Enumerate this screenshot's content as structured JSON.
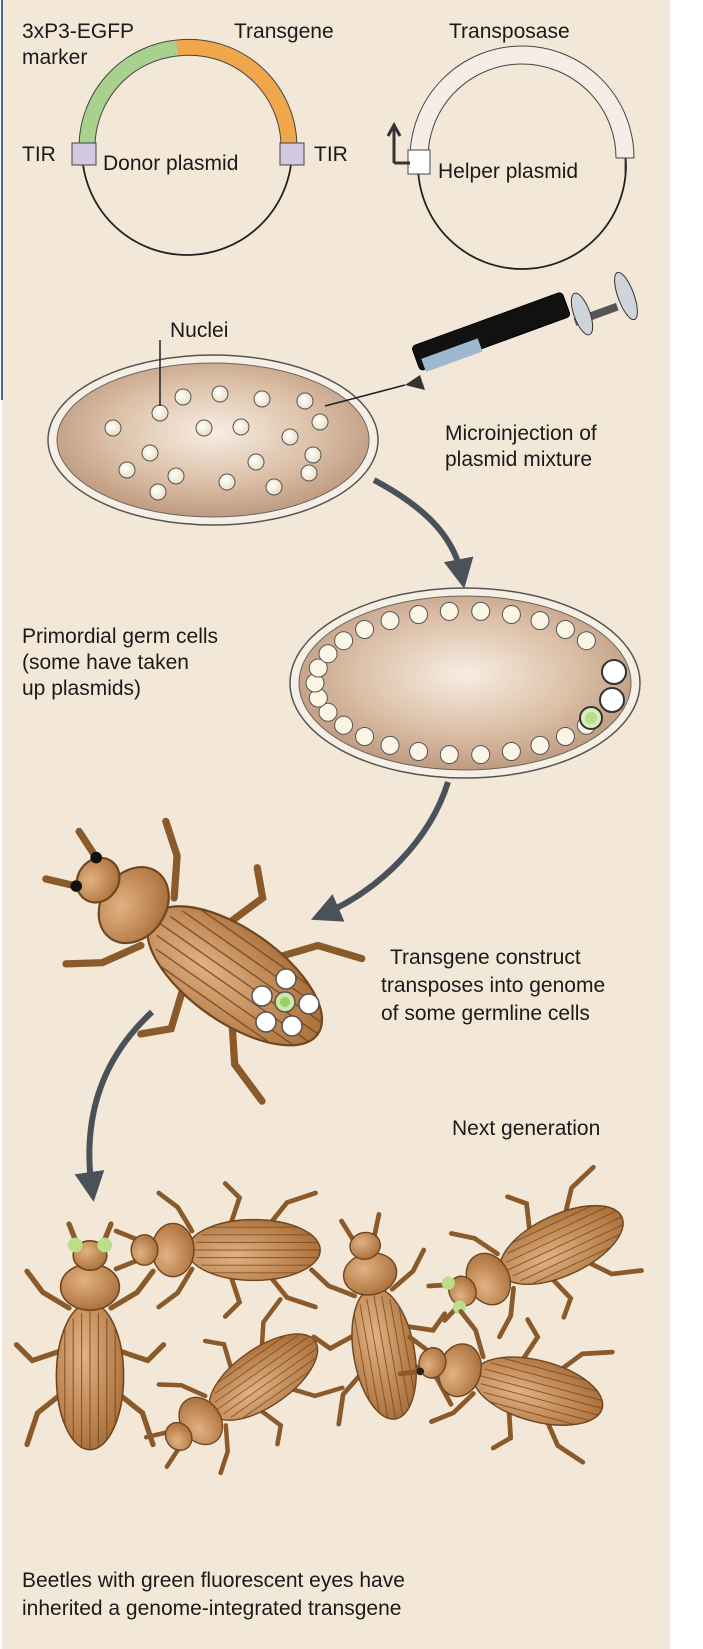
{
  "donor_plasmid": {
    "marker_label_1": "3xP3-EGFP",
    "marker_label_2": "marker",
    "transgene_label": "Transgene",
    "tir_left": "TIR",
    "tir_right": "TIR",
    "name": "Donor plasmid"
  },
  "helper_plasmid": {
    "transposase_label": "Transposase",
    "name": "Helper plasmid"
  },
  "injection": {
    "nuclei_label": "Nuclei",
    "caption_1": "Microinjection of",
    "caption_2": "plasmid mixture"
  },
  "germ_cells": {
    "caption_1": "Primordial germ cells",
    "caption_2": "(some have taken",
    "caption_3": "up plasmids)"
  },
  "transposition": {
    "caption_1": "Transgene construct",
    "caption_2": "transposes into genome",
    "caption_3": "of some germline cells"
  },
  "next_generation": {
    "label": "Next generation"
  },
  "conclusion": {
    "caption_1": "Beetles with green fluorescent eyes have",
    "caption_2": "inherited a genome-integrated transgene"
  },
  "colors": {
    "background": "#f3e8d7",
    "marker_green": "#a9d18e",
    "transgene_orange": "#f0a64a",
    "tir_lavender": "#d3c8e2",
    "transposase_pink": "#f8ece6",
    "egfp_green": "#b8e08a",
    "beetle_brown": "#b87d45",
    "arrow_gray": "#4a5158"
  }
}
